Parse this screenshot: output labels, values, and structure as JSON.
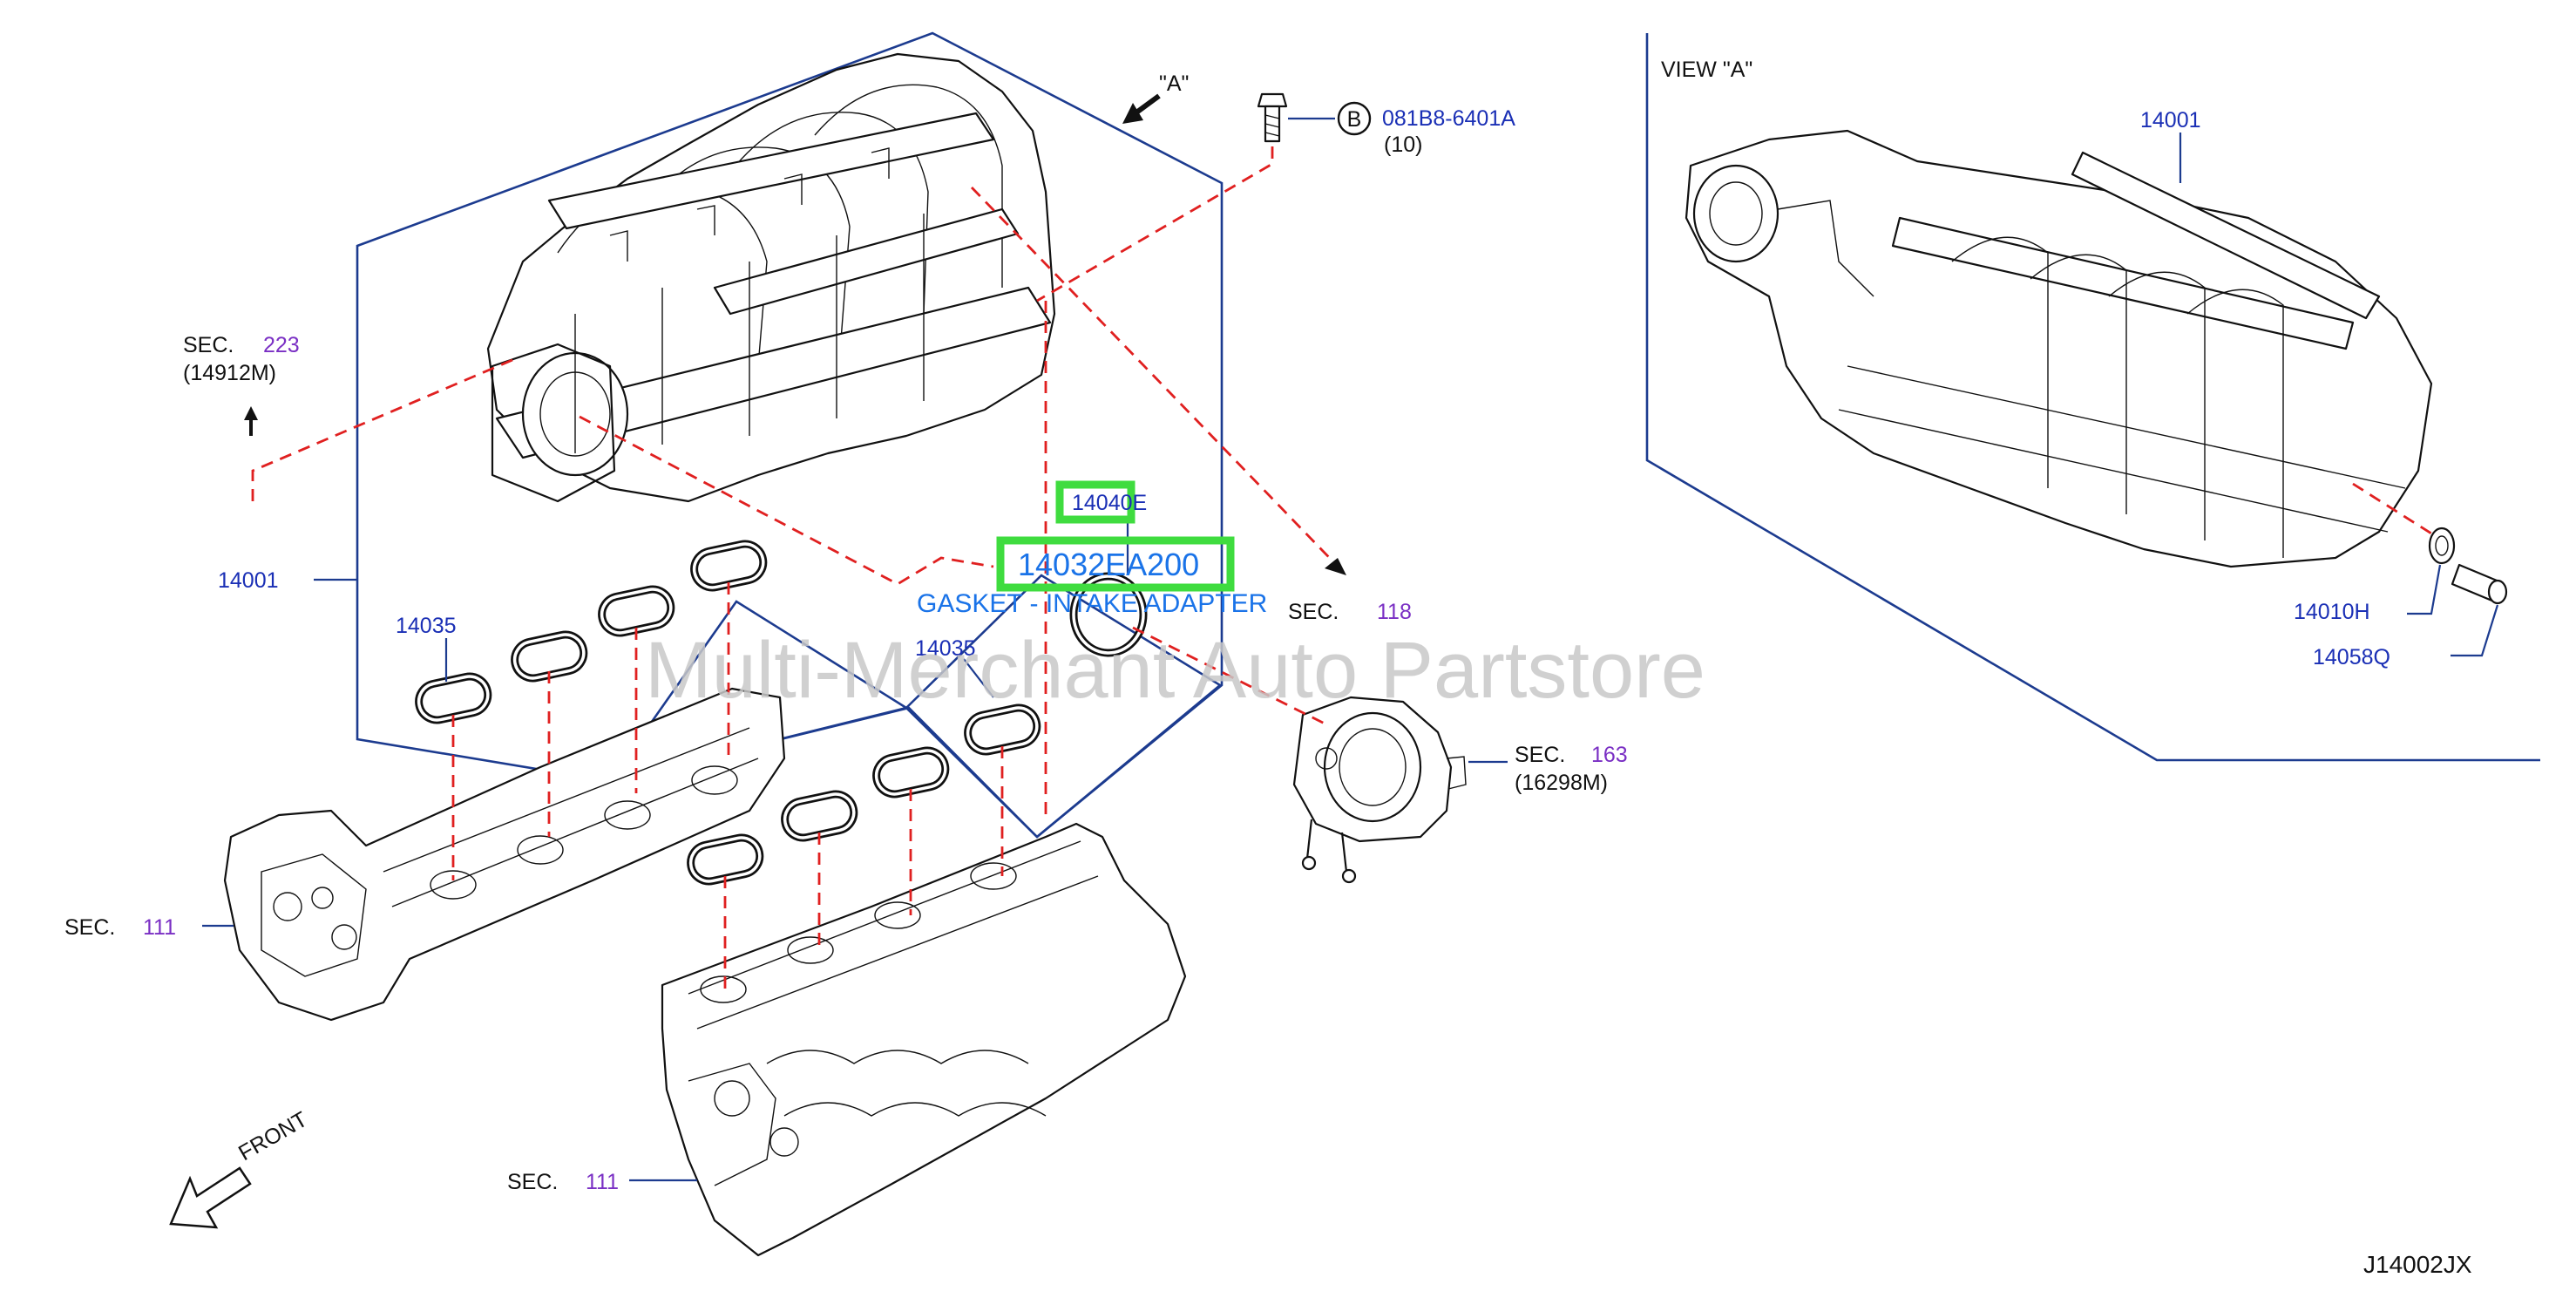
{
  "diagram": {
    "drawing_code": "J14002JX",
    "watermark": "Multi-Merchant Auto Partstore",
    "highlight": {
      "part_a": "14040E",
      "part_b": "14032EA200",
      "caption": "GASKET - INTAKE ADAPTER"
    },
    "view_label": "VIEW \"A\"",
    "arrow_a_label": "\"A\"",
    "front_label": "FRONT",
    "bolt": {
      "circle_letter": "B",
      "part_no": "081B8-6401A",
      "qty": "(10)"
    },
    "labels": {
      "p14001_left": "14001",
      "p14001_view": "14001",
      "p14035_a": "14035",
      "p14035_b": "14035",
      "p14010H": "14010H",
      "p14058Q": "14058Q"
    },
    "sections": {
      "sec223": {
        "prefix": "SEC.",
        "num": "223",
        "ref": "(14912M)"
      },
      "sec118": {
        "prefix": "SEC.",
        "num": "118"
      },
      "sec163": {
        "prefix": "SEC.",
        "num": "163",
        "ref": "(16298M)"
      },
      "sec111_a": {
        "prefix": "SEC.",
        "num": "111"
      },
      "sec111_b": {
        "prefix": "SEC.",
        "num": "111"
      }
    },
    "colors": {
      "label_blue": "#1a2fb5",
      "section_purple": "#7a2fc4",
      "dash_red": "#e02020",
      "frame_blue": "#1c3b8f",
      "highlight_green": "#3fdc3f",
      "watermark_grey": "#c8c8c8"
    }
  }
}
